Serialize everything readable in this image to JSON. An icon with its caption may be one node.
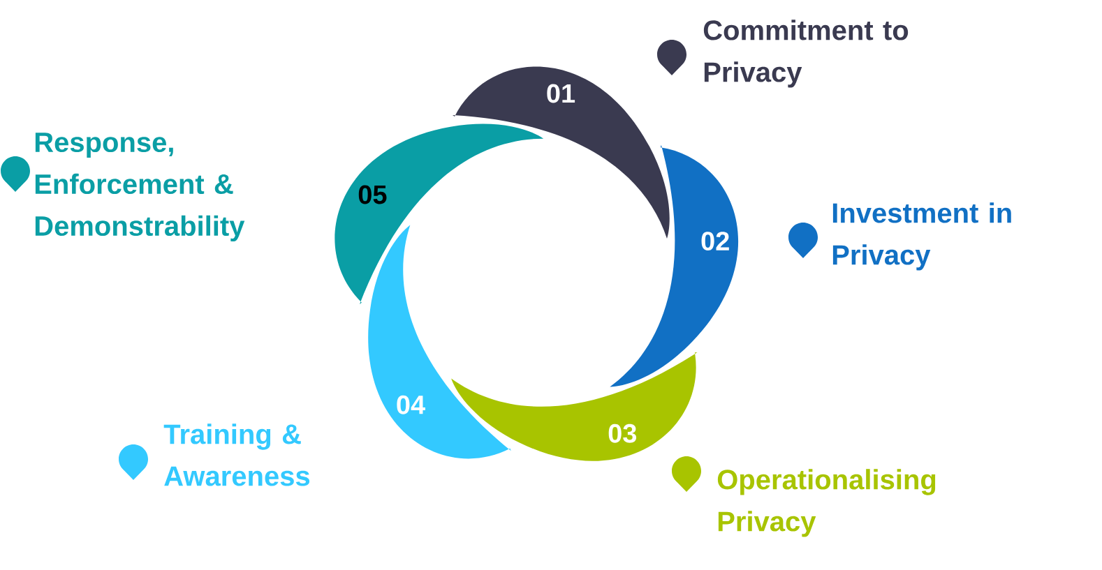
{
  "diagram": {
    "nodes": [
      {
        "text": [
          "01"
        ],
        "beside": [
          "Commitment to Privacy"
        ]
      },
      {
        "text": [
          "02"
        ],
        "beside": [
          "Investment in Privacy"
        ]
      },
      {
        "text": [
          "03"
        ],
        "beside": [
          "Operationalising Privacy"
        ]
      },
      {
        "text": [
          "04"
        ],
        "beside": [
          "Training & Awareness"
        ]
      },
      {
        "text": [
          "05"
        ],
        "beside": [
          "Response, Enforcement & Demonstrability"
        ]
      }
    ]
  }
}
